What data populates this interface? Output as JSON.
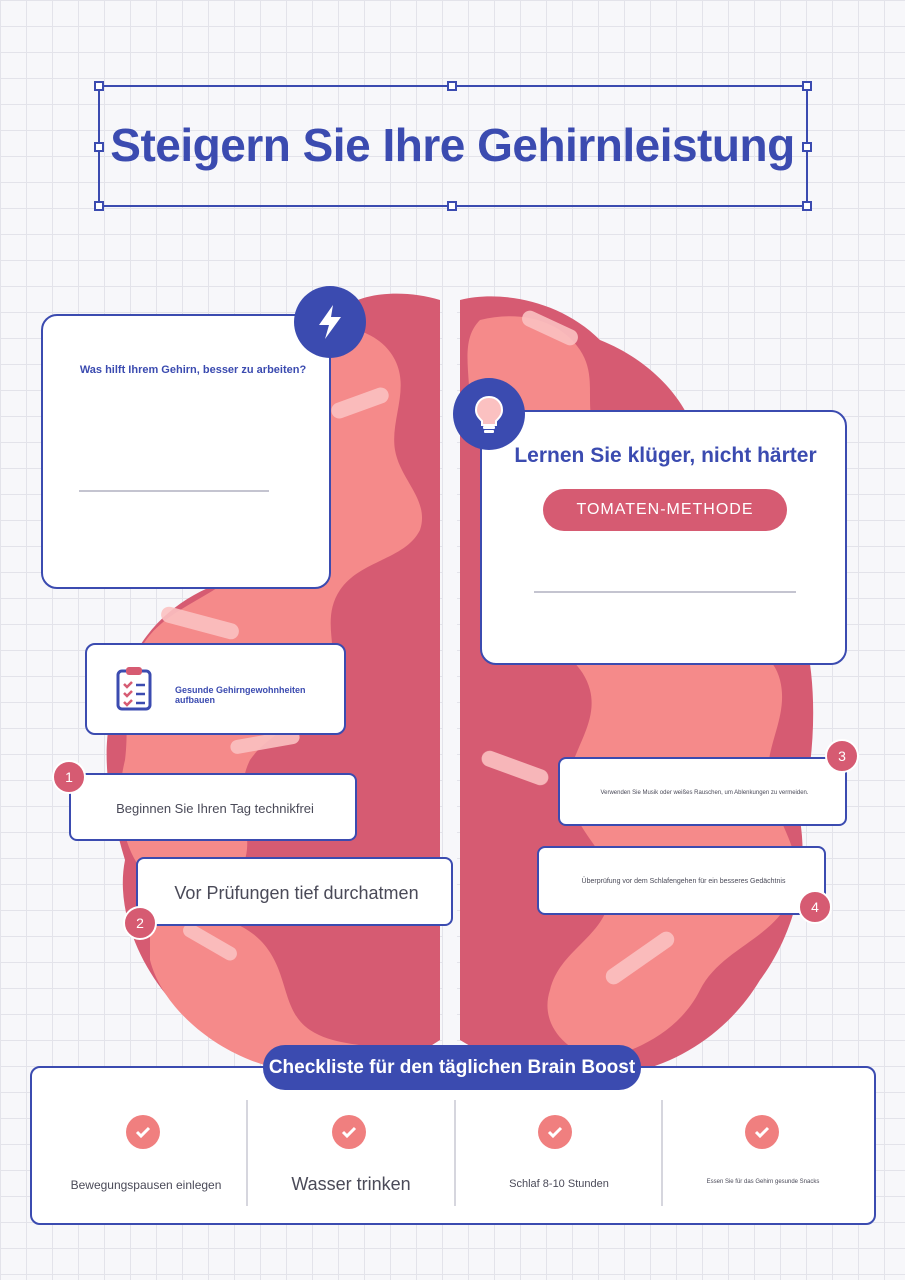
{
  "title": "Steigern Sie Ihre Gehirnleistung",
  "colors": {
    "accent": "#3b4bb0",
    "brain_dark": "#d65b72",
    "brain_light": "#f58a8a",
    "brain_highlight": "#fbc1c1",
    "pink_button": "#d65b72"
  },
  "card_brain": {
    "icon": "lightning-icon",
    "heading": "Was hilft Ihrem Gehirn, besser zu arbeiten?"
  },
  "card_learn": {
    "icon": "lightbulb-icon",
    "heading": "Lernen Sie klüger, nicht härter",
    "button_label": "TOMATEN-METHODE"
  },
  "habits": {
    "icon": "clipboard-checklist-icon",
    "label": "Gesunde Gehirngewohnheiten aufbauen"
  },
  "tips": [
    {
      "number": "1",
      "text": "Beginnen Sie Ihren Tag technikfrei"
    },
    {
      "number": "2",
      "text": "Vor Prüfungen tief durchatmen"
    },
    {
      "number": "3",
      "text": "Verwenden Sie Musik oder weißes Rauschen, um Ablenkungen zu vermeiden."
    },
    {
      "number": "4",
      "text": "Überprüfung vor dem Schlafengehen für ein besseres Gedächtnis"
    }
  ],
  "checklist": {
    "title": "Checkliste für den täglichen Brain Boost",
    "items": [
      {
        "icon": "check-icon",
        "label": "Bewegungspausen einlegen"
      },
      {
        "icon": "check-icon",
        "label": "Wasser trinken"
      },
      {
        "icon": "check-icon",
        "label": "Schlaf 8-10 Stunden"
      },
      {
        "icon": "check-icon",
        "label": "Essen Sie für das Gehirn gesunde Snacks"
      }
    ]
  }
}
